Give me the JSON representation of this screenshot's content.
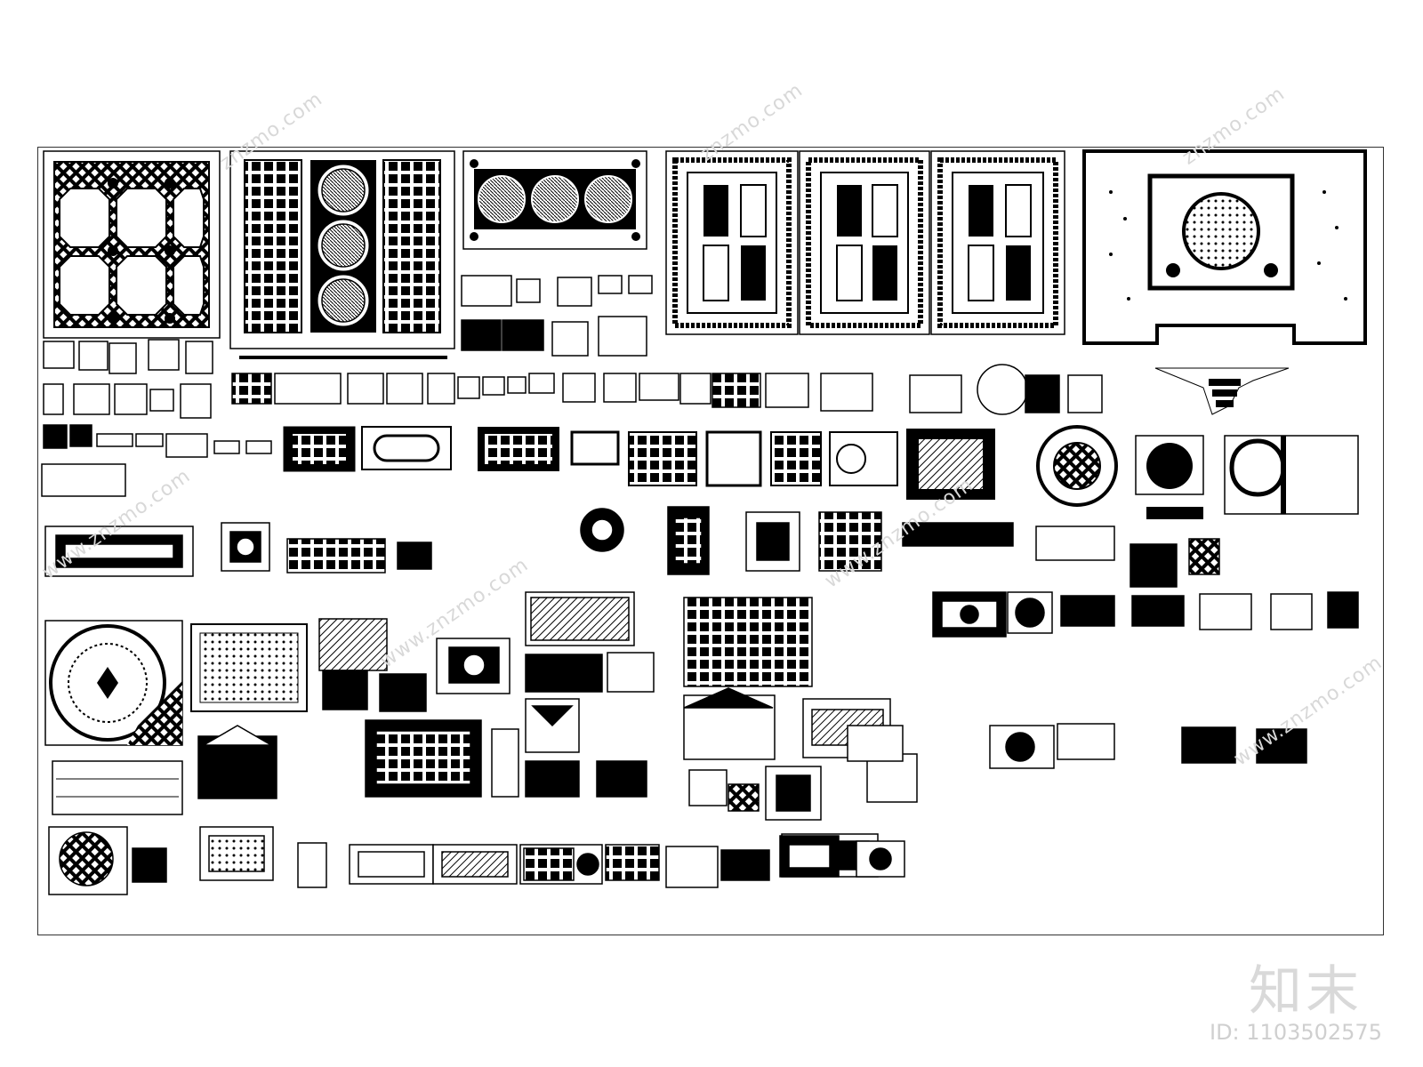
{
  "sheet": {
    "line_color": "#000000",
    "paper_color": "#ffffff",
    "border_color": "#333333"
  },
  "watermarks": [
    "znzmo.com",
    "znzmo.com",
    "znzmo.com",
    "www.znzmo.com",
    "www.znzmo.com",
    "www.znzmo.com",
    "www.znzmo.com"
  ],
  "brand": {
    "logo_text": "知末",
    "image_id": "ID: 1103502575",
    "watermark_color": "#d8d8d8"
  }
}
